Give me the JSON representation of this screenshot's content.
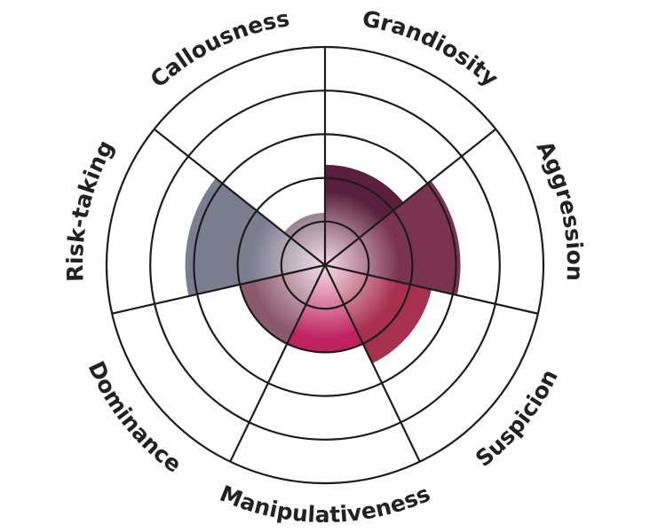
{
  "chart_data": {
    "type": "polar-area",
    "title": "",
    "rlim": [
      0,
      5
    ],
    "ring_levels": [
      1,
      2,
      3,
      4,
      5
    ],
    "grid": true,
    "legend": "none",
    "categories": [
      "Grandiosity",
      "Aggression",
      "Suspicion",
      "Manipulativeness",
      "Dominance",
      "Risk-taking",
      "Callousness"
    ],
    "values": [
      2.3,
      3.1,
      2.5,
      2.0,
      2.0,
      3.2,
      1.2
    ],
    "colors": [
      "#5a1f3c",
      "#7a3450",
      "#a8304f",
      "#c0225e",
      "#8a5a6c",
      "#7a7e8e",
      "#6e5866"
    ]
  }
}
